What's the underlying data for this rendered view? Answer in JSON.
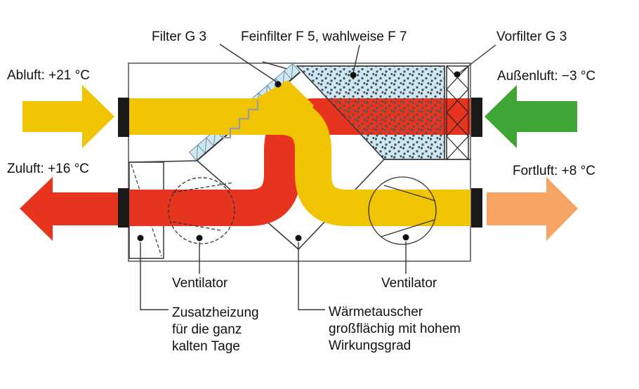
{
  "diagram": {
    "type": "heat-recovery-ventilation-unit-schematic",
    "labels": {
      "filter_g3": "Filter G 3",
      "feinfilter": "Feinfilter F 5, wahlweise F 7",
      "vorfilter": "Vorfilter G 3",
      "abluft": "Abluft: +21 °C",
      "zuluft": "Zuluft: +16 °C",
      "aussenluft": "Außenluft: −3 °C",
      "fortluft": "Fortluft: +8 °C",
      "ventilator_left": "Ventilator",
      "ventilator_right": "Ventilator",
      "zusatzheizung_lines": [
        "Zusatzheizung",
        "für die ganz",
        "kalten Tage"
      ],
      "waermetauscher_lines": [
        "Wärmetauscher",
        "großflächig mit hohem",
        "Wirkungsgrad"
      ]
    },
    "temperatures": {
      "abluft_c": "+21",
      "zuluft_c": "+16",
      "aussenluft_c": "−3",
      "fortluft_c": "+8"
    },
    "colors": {
      "warm_flow": "#F0C400",
      "supply_flow": "#E6341F",
      "outside_air": "#3FA535",
      "exhaust_out": "#F5A464",
      "filter_fill": "#CFE7F3",
      "filter_dot": "#47555C",
      "line": "#333333"
    }
  }
}
